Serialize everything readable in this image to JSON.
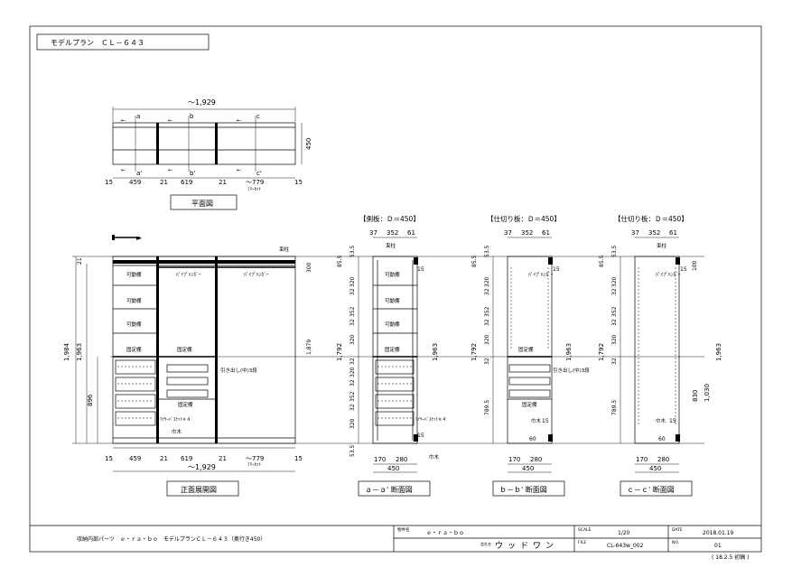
{
  "title": "モデルプラン　ＣＬ－６４３",
  "plan": {
    "label": "平面図",
    "overall": "～1,929",
    "depth": "450",
    "dims": [
      "15",
      "459",
      "21",
      "619",
      "21",
      "～779",
      "15"
    ],
    "cut_note": "ﾌﾘｰｶｯﾄ",
    "sections": [
      "a",
      "b",
      "c"
    ],
    "sections_prime": [
      "a'",
      "b'",
      "c'"
    ]
  },
  "front": {
    "label": "正面展開図",
    "height_total": "1,984",
    "height_upper": "1,963",
    "height_lower": "896",
    "top_dim": "21",
    "pillar_label": "1,879",
    "mid_label": "300",
    "labels": {
      "shelf": "可動棚",
      "hanger": "ﾊﾟｲﾌﾟﾊﾝｶﾞｰ",
      "fixed": "固定棚",
      "basket": "ﾜｲﾔｰﾊﾞｽｹｯﾄ×４",
      "drawer": "引き出し(中)3段",
      "post": "束柱",
      "post2": "巾木"
    },
    "dims": [
      "15",
      "459",
      "21",
      "619",
      "21",
      "～779",
      "15"
    ],
    "overall": "～1,929",
    "cut_note": "ﾌﾘｰｶｯﾄ"
  },
  "sections": [
    {
      "key": "a",
      "header": "【側板：Ｄ＝450】",
      "label": "ａ－ａ' 断面図",
      "top_dims": [
        "37",
        "352",
        "61"
      ],
      "bottom_dims": [
        "170",
        "280"
      ],
      "depth": "450",
      "left_dims": [
        "53.5",
        "320",
        "32",
        "352",
        "32",
        "320",
        "32",
        "320",
        "32",
        "352",
        "32",
        "320",
        "85.5",
        "53.5"
      ],
      "heights": [
        "1,792",
        "1,963"
      ],
      "small": [
        "15",
        "15"
      ]
    },
    {
      "key": "b",
      "header": "【仕切り板：Ｄ＝450】",
      "label": "ｂ－ｂ' 断面図",
      "top_dims": [
        "37",
        "352",
        "61"
      ],
      "bottom_dims": [
        "170",
        "280"
      ],
      "depth": "450",
      "left_dims": [
        "53.5",
        "320",
        "32",
        "352",
        "32",
        "320",
        "32",
        "789.5",
        "85.5"
      ],
      "heights": [
        "1,792",
        "1,963"
      ],
      "small": [
        "15",
        "15",
        "60"
      ]
    },
    {
      "key": "c",
      "header": "【仕切り板：Ｄ＝450】",
      "label": "ｃ－ｃ' 断面図",
      "top_dims": [
        "37",
        "352",
        "61"
      ],
      "bottom_dims": [
        "170",
        "280"
      ],
      "depth": "450",
      "left_dims": [
        "53.5",
        "320",
        "32",
        "352",
        "32",
        "320",
        "32",
        "789.5",
        "85.5"
      ],
      "heights": [
        "1,792",
        "830",
        "1,030",
        "1,963"
      ],
      "small": [
        "15",
        "15",
        "60",
        "100"
      ]
    }
  ],
  "titleblock": {
    "description": "収納内部パーツ　ｅ・ｒａ・ｂｏ　モデルプランＣＬ－６４３（奥行き450）",
    "project_label": "物件名",
    "project": "ｅ・ｒａ・ｂｏ",
    "company_label": "会社名",
    "company": "ウッドワン",
    "scale_label": "SCALE",
    "scale": "1/20",
    "file_label": "FILE",
    "file": "CL-643w_002",
    "date_label": "DATE",
    "date": "2018.01.19",
    "no_label": "NO.",
    "no": "01",
    "footnote": "( 18.2.5 初稿 )"
  }
}
